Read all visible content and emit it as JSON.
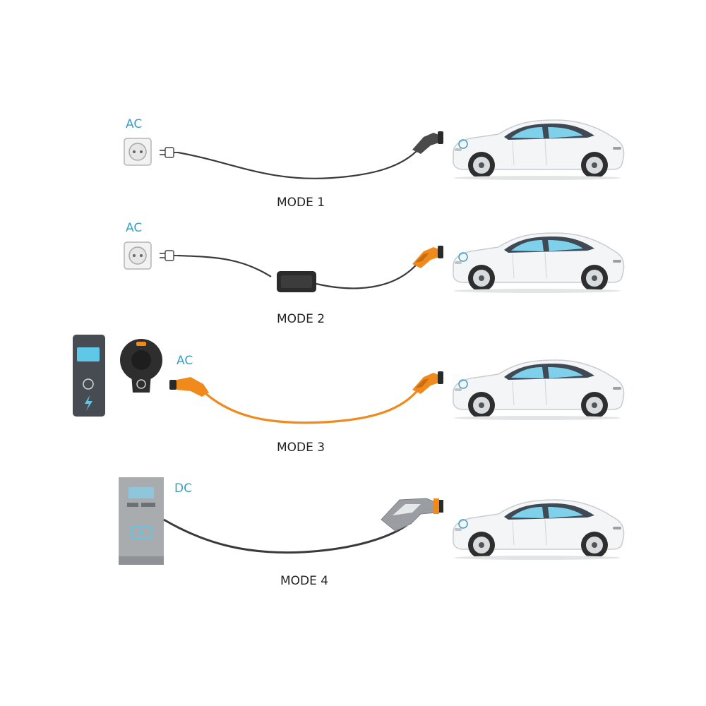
{
  "colors": {
    "label_blue": "#3a9fc4",
    "text": "#222222",
    "cable_dark": "#3a3a3a",
    "cable_orange": "#f08a1c",
    "car_body": "#f4f5f6",
    "window": "#7fd0ea"
  },
  "modes": [
    {
      "current": "AC",
      "label": "MODE 1",
      "source": "wall-socket",
      "cable": "plain"
    },
    {
      "current": "AC",
      "label": "MODE 2",
      "source": "wall-socket",
      "cable": "in-cable-control-box"
    },
    {
      "current": "AC",
      "label": "MODE 3",
      "source": "wallbox-station",
      "cable": "orange-type2"
    },
    {
      "current": "DC",
      "label": "MODE 4",
      "source": "dc-fast-charger",
      "cable": "dc-tethered"
    }
  ],
  "icons": [
    "wall-socket-icon",
    "plug-icon",
    "control-box-icon",
    "charging-station-icon",
    "wallbox-icon",
    "type2-connector-icon",
    "dc-connector-icon",
    "electric-car-icon",
    "lightning-icon",
    "battery-icon"
  ]
}
